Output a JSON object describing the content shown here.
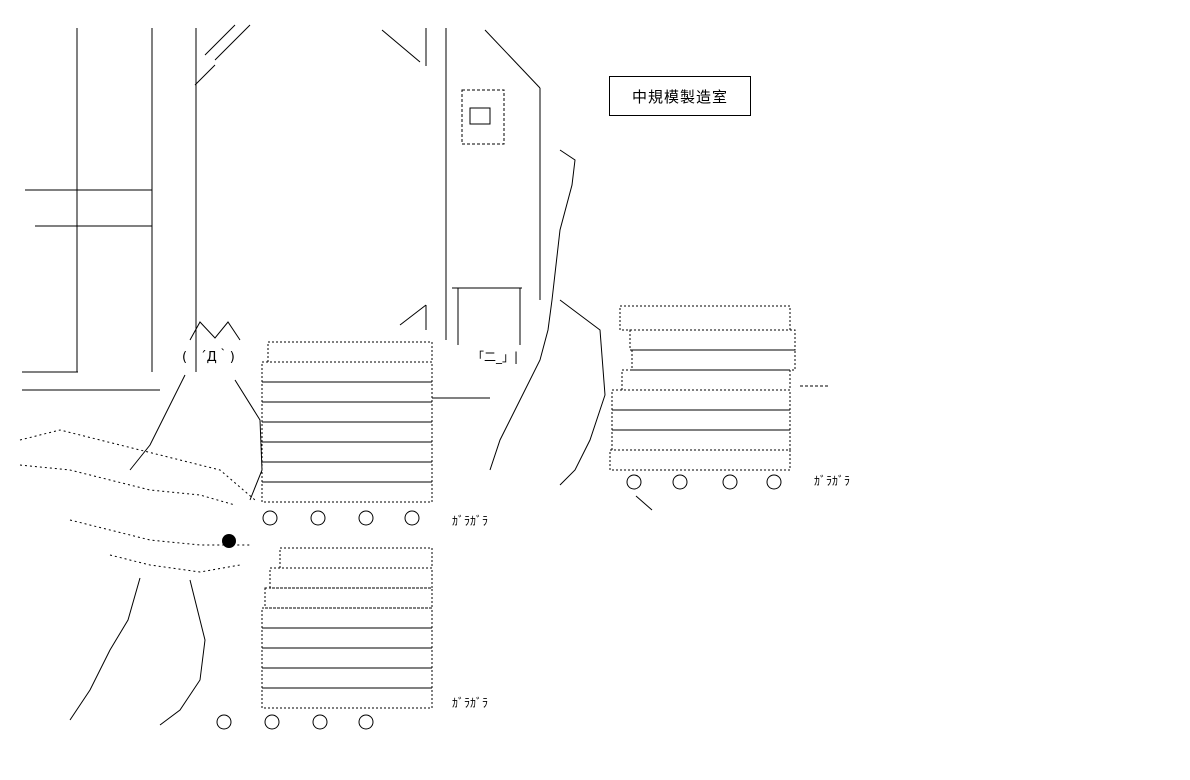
{
  "sign": {
    "label": "中規模製造室"
  },
  "sfx": {
    "rattle": "ｶﾞﾗｶﾞﾗ"
  },
  "face": {
    "text": "(　´Д｀)"
  },
  "face2": {
    "text": "｢二_」|"
  },
  "colors": {
    "ink": "#000000",
    "background": "#ffffff"
  }
}
